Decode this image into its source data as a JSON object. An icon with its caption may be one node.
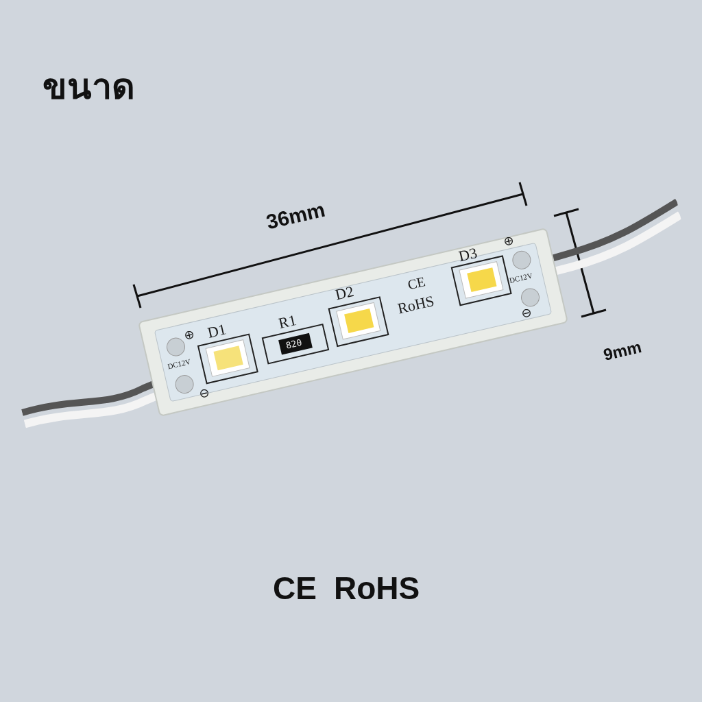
{
  "diagram": {
    "title": "ขนาด",
    "labels": [
      "36mm",
      "⊕",
      "D3",
      "D2",
      "CE",
      "RoHS",
      "DC12V",
      "⊖",
      "R1",
      "D1",
      "⊕",
      "820",
      "DC12V",
      "⊖",
      "9mm",
      "CE",
      "RoHS"
    ]
  }
}
